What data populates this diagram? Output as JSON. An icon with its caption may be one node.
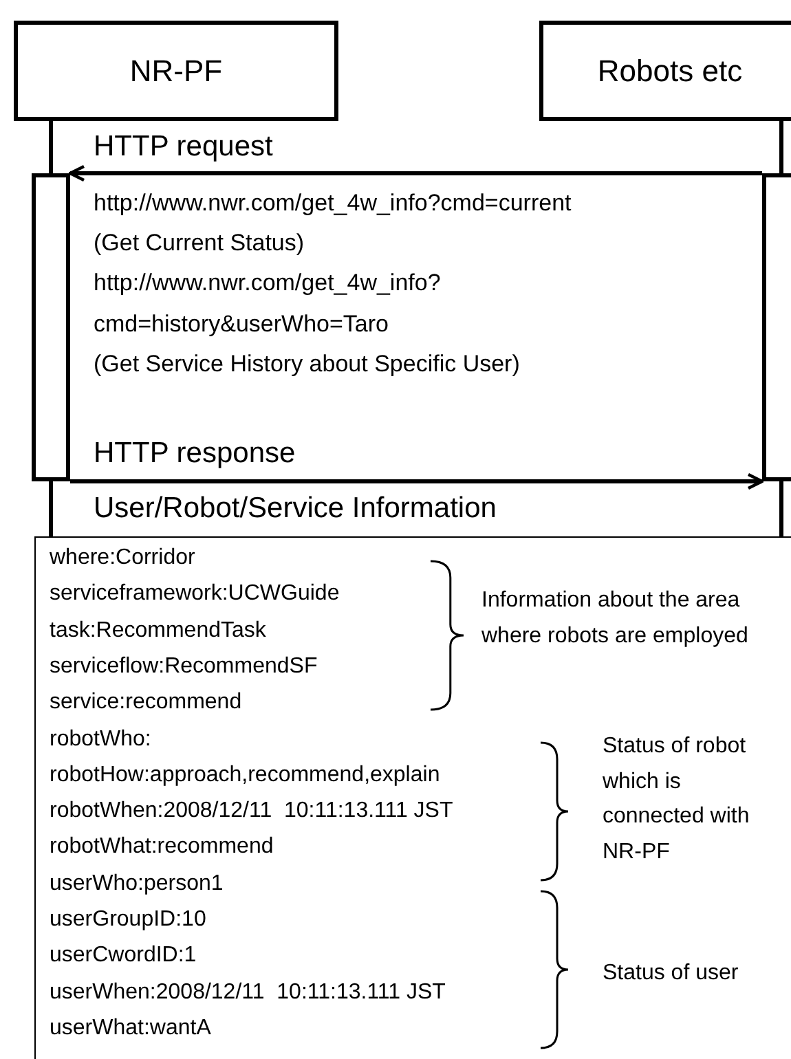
{
  "diagram": {
    "nodes": [
      {
        "text": [
          "NR-PF"
        ]
      },
      {
        "text": [
          "Robots etc"
        ]
      },
      {
        "text": [],
        "shape": "bar"
      },
      {
        "text": [],
        "shape": "bar"
      },
      {
        "text": [
          "where:Corridor",
          "serviceframework:UCWGuide",
          "task:RecommendTask",
          "serviceflow:RecommendSF",
          "service:recommend",
          "robotWho:",
          "robotHow:approach,recommend,explain",
          "robotWhen:2008/12/11  10:11:13.111 JST",
          "robotWhat:recommend",
          "userWho:person1",
          "userGroupID:10",
          "userCwordID:1",
          "userWhen:2008/12/11  10:11:13.111 JST",
          "userWhat:wantA"
        ]
      }
    ],
    "edges": [
      {
        "from": 3,
        "to": 2,
        "arrow": "to",
        "label": "HTTP request"
      },
      {
        "from": 2,
        "to": 3,
        "arrow": "to",
        "label": "HTTP response"
      },
      {
        "from": 0,
        "to": 2,
        "arrow": "none"
      },
      {
        "from": 1,
        "to": 3,
        "arrow": "none"
      },
      {
        "from": 2,
        "to": 4,
        "arrow": "none"
      },
      {
        "from": 3,
        "to": 4,
        "arrow": "none"
      }
    ],
    "labels": [
      "http://www.nwr.com/get_4w_info?cmd=current",
      "(Get Current Status)",
      "http://www.nwr.com/get_4w_info? cmd=history&userWho=Taro",
      "(Get Service History about Specific User)",
      "User/Robot/Service Information",
      "Information about the area where robots are employed",
      "Status of robot which is connected with NR-PF",
      "Status of user"
    ]
  }
}
